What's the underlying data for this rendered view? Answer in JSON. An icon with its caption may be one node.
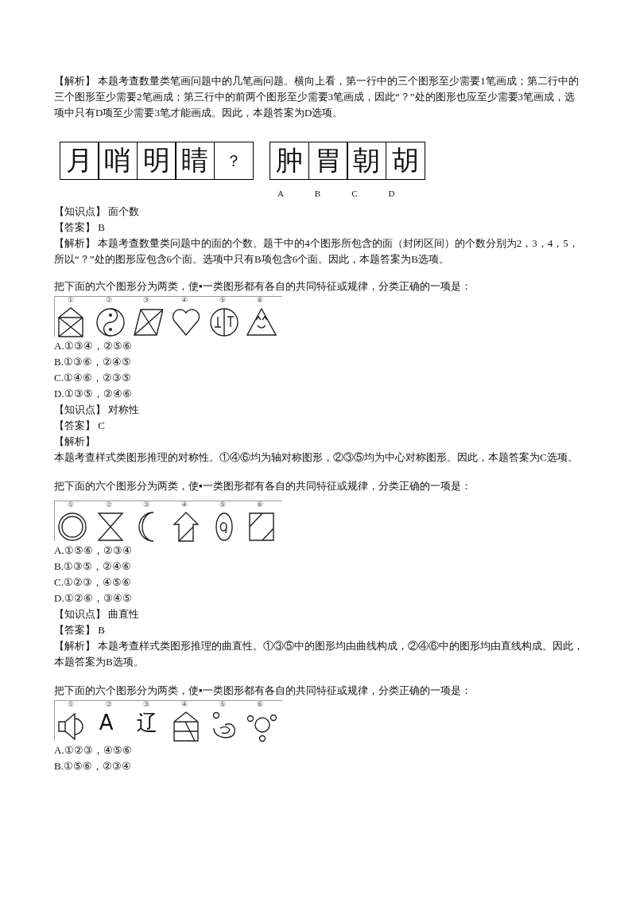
{
  "diagram": {
    "nodes": [
      {
        "text": [
          "月"
        ]
      },
      {
        "text": [
          "哨"
        ]
      },
      {
        "text": [
          "明"
        ]
      },
      {
        "text": [
          "睛"
        ]
      },
      {
        "text": [
          "？"
        ]
      },
      {
        "text": [
          "肿"
        ],
        "beside": [
          "A"
        ]
      },
      {
        "text": [
          "胃"
        ],
        "beside": [
          "B"
        ]
      },
      {
        "text": [
          "朝"
        ],
        "beside": [
          "C"
        ]
      },
      {
        "text": [
          "胡"
        ],
        "beside": [
          "D"
        ]
      }
    ],
    "labels": [
      "【解析】 本题考查数量类笔画问题中的几笔画问题。横向上看，第一行中的三个图形至少需要1笔画成；第二行中的三个图形至少需要2笔画成；第三行中的前两个图形至少需要3笔画成，因此“？”处的图形也应至少需要3笔画成，选项中只有D项至少需要3笔才能画成。因此，本题答案为D选项。",
      "【知识点】 面个数",
      "【答案】 B",
      "【解析】 本题考查数量类问题中的面的个数。题干中的4个图形所包含的面（封闭区间）的个数分别为2，3，4，5，所以“？”处的图形应包含6个面。选项中只有B项包含6个面。因此，本题答案为B选项。",
      "把下面的六个图形分为两类，使▪一类图形都有各自的共同特征或规律，分类正确的一项是：",
      "①",
      "②",
      "③",
      "④",
      "⑤",
      "⑥",
      "A.①③④，②⑤⑥",
      "B.①③⑥，②④⑤",
      "C.①④⑥，②③⑤",
      "D.①③⑤，②④⑥",
      "【知识点】 对称性",
      "【答案】 C",
      "【解析】",
      "本题考查样式类图形推理的对称性。①④⑥均为轴对称图形，②③⑤均为中心对称图形。因此，本题答案为C选项。",
      "把下面的六个图形分为两类，使▪一类图形都有各自的共同特征或规律，分类正确的一项是：",
      "①",
      "②",
      "③",
      "④",
      "⑤",
      "⑥",
      "A.①⑤⑥，②③④",
      "B.①③⑤，②④⑥",
      "C.①②③，④⑤⑥",
      "D.①②⑥，③④⑤",
      "【知识点】 曲直性",
      "【答案】 B",
      "【解析】 本题考查样式类图形推理的曲直性。①③⑤中的图形均由曲线构成，②④⑥中的图形均由直线构成。因此，本题答案为B选项。",
      "把下面的六个图形分为两类，使▪一类图形都有各自的共同特征或规律，分类正确的一项是：",
      "①",
      "②",
      "③",
      "④",
      "⑤",
      "⑥",
      "A",
      "辽",
      "A.①②③，④⑤⑥",
      "B.①⑤⑥，②③④"
    ]
  }
}
